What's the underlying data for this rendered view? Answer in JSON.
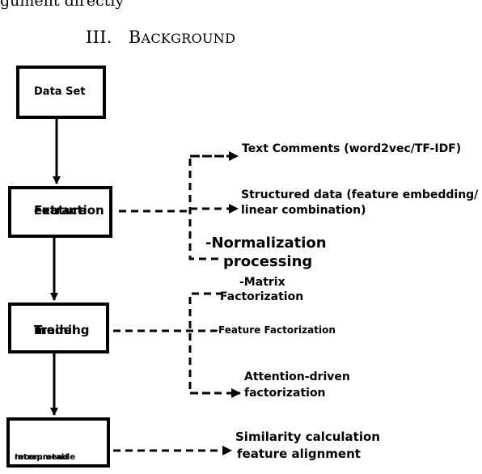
{
  "top_fragment": "gument directly",
  "section": {
    "number": "III.",
    "title": "Background"
  },
  "boxes": {
    "data_set": "Data Set",
    "feature_extraction": [
      "Feature",
      "extraction"
    ],
    "training_model": [
      "Training",
      "model"
    ],
    "interpretable": [
      "Interpretable",
      "recommend"
    ]
  },
  "branches": {
    "text_comments": "Text Comments (word2vec/TF-IDF)",
    "structured_data": [
      "Structured data (feature embedding/",
      "linear combination)"
    ],
    "normalization": [
      "-Normalization",
      "processing"
    ],
    "matrix_factorization": [
      "-Matrix",
      "Factorization"
    ],
    "feature_factorization": "-Feature Factorization",
    "attention_driven": [
      "Attention-driven",
      "factorization"
    ],
    "similarity": [
      "Similarity calculation",
      "feature alignment"
    ]
  }
}
